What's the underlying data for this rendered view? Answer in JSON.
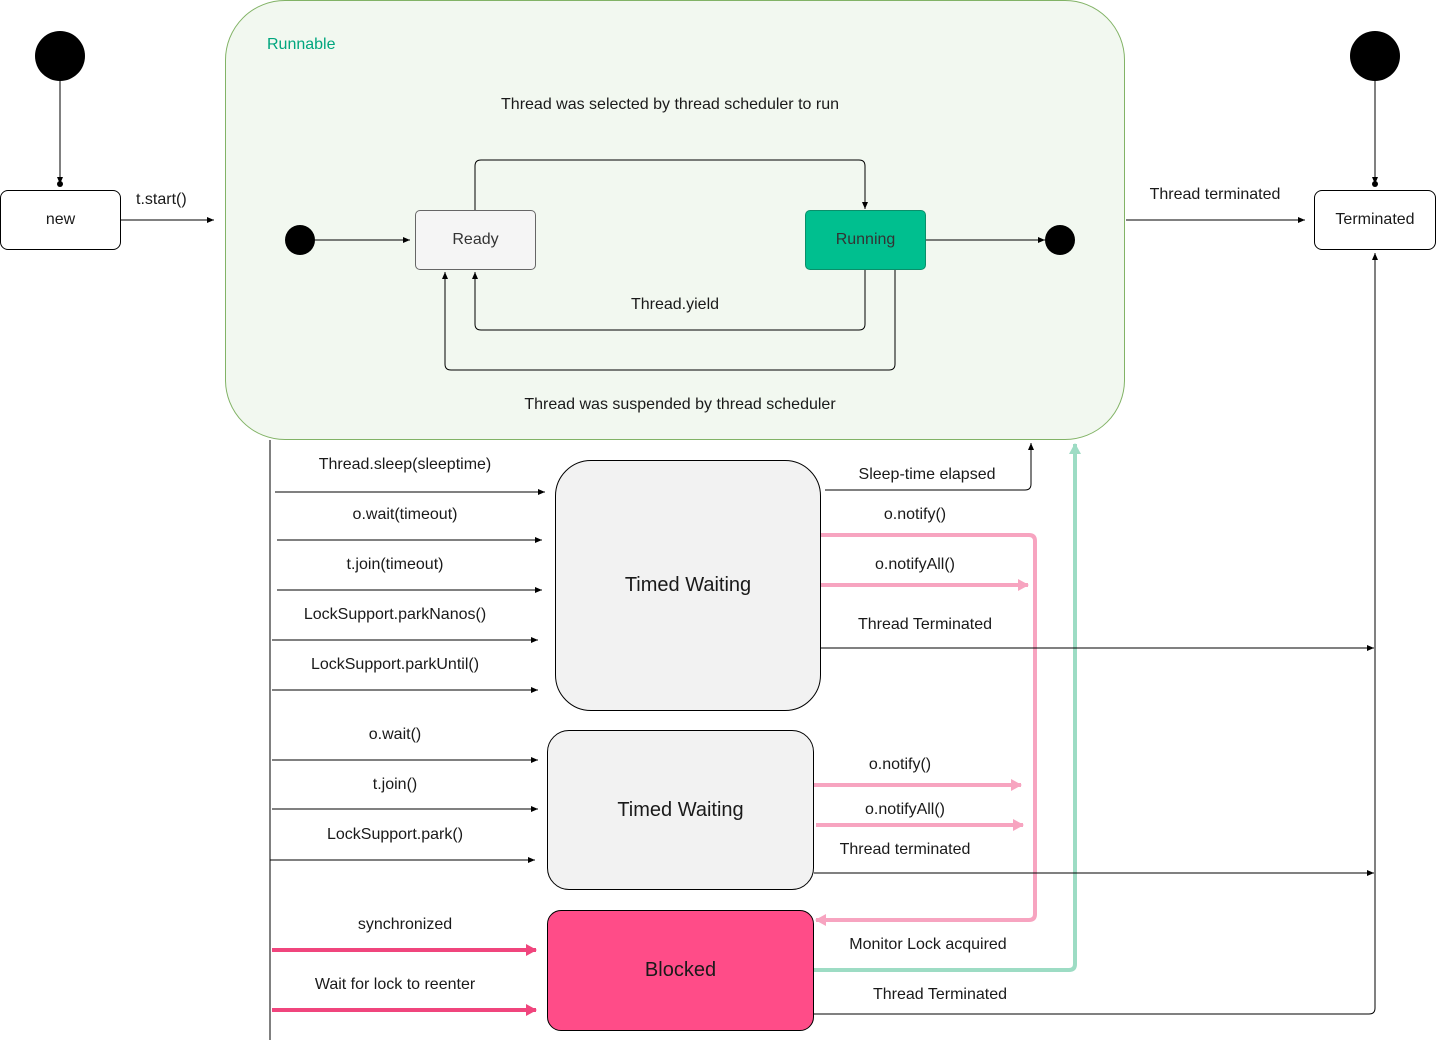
{
  "runnable": {
    "title": "Runnable"
  },
  "states": {
    "new": "new",
    "terminated": "Terminated",
    "ready": "Ready",
    "running": "Running",
    "timed_waiting": "Timed Waiting",
    "waiting": "Timed Waiting",
    "blocked": "Blocked"
  },
  "labels": {
    "start": "t.start()",
    "selected": "Thread  was selected by thread scheduler to run",
    "yield": "Thread.yield",
    "suspended": "Thread was suspended by thread scheduler",
    "thread_terminated_top": "Thread terminated",
    "sleep_elapsed": "Sleep-time elapsed",
    "tw_notify": "o.notify()",
    "tw_notifyall": "o.notifyAll()",
    "tw_terminated": "Thread Terminated",
    "w_notify": "o.notify()",
    "w_notifyall": "o.notifyAll()",
    "w_terminated": "Thread terminated",
    "monitor_lock": "Monitor Lock acquired",
    "b_terminated": "Thread Terminated"
  },
  "timed_waiting_triggers": [
    "Thread.sleep(sleeptime)",
    "o.wait(timeout)",
    "t.join(timeout)",
    "LockSupport.parkNanos()",
    "LockSupport.parkUntil()"
  ],
  "waiting_triggers": [
    "o.wait()",
    "t.join()",
    "LockSupport.park()"
  ],
  "blocked_triggers": [
    "synchronized",
    "Wait for lock to reenter"
  ],
  "colors": {
    "runnable_fill": "#f2f8f0",
    "runnable_border": "#82b366",
    "runnable_title": "#00a67e",
    "running_fill": "#00bf8f",
    "ready_fill": "#f5f5f5",
    "waiting_fill": "#f2f2f2",
    "blocked_fill": "#ff4c88",
    "notify_pink": "#f7a4c0",
    "sync_pink": "#f0457d",
    "green_arrow": "#9ddcc4"
  }
}
